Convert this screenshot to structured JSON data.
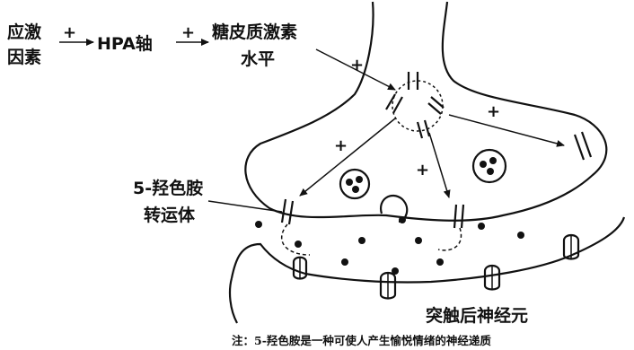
{
  "labels": {
    "stress_line1": "应激",
    "stress_line2": "因素",
    "hpa_axis": "HPA轴",
    "glucocorticoid_line1": "糖皮质激素",
    "glucocorticoid_line2": "水平",
    "transporter_line1": "5-羟色胺",
    "transporter_line2": "转运体",
    "postsynaptic_neuron": "突触后神经元"
  },
  "signs": {
    "plus": "+"
  },
  "footnote": "注：5-羟色胺是一种可使人产生愉悦情绪的神经递质"
}
